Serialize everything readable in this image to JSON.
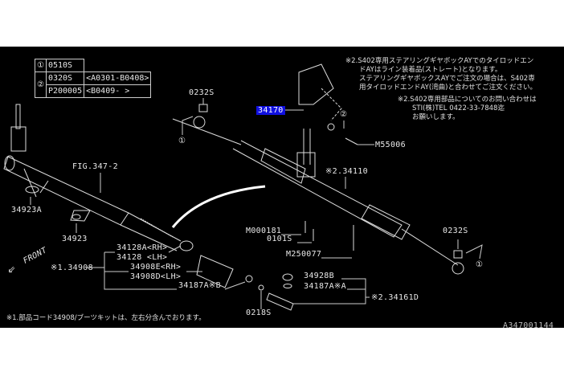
{
  "diagram_id": "A347001144",
  "highlight_color": "#1010e0",
  "table": {
    "rows": [
      {
        "ref": "①",
        "part": "0510S",
        "range": ""
      },
      {
        "ref": "②",
        "part": "0320S",
        "range": "<A0301-B0408>"
      },
      {
        "ref": "",
        "part": "P200005",
        "range": "<B0409- >"
      }
    ]
  },
  "labels": {
    "nut_left": "0232S",
    "pin_left_ref": "①",
    "selected_part": "34170",
    "washer_ref": "②",
    "bolt_m55006": "M55006",
    "gearbox": "※2.34110",
    "fig_ref": "FIG.347-2",
    "bracket_a": "34923A",
    "bracket": "34923",
    "front": "FRONT",
    "boot_kit": "※1.34908",
    "clip_rh": "34128A<RH>",
    "clip_lh": "34128 <LH>",
    "boot_rh": "34908E<RH>",
    "boot_lh": "34908D<LH>",
    "band_b": "34187A※B",
    "nut_0218": "0218S",
    "bolt_m000181": "M000181",
    "bolt_0101": "0101S",
    "bolt_m250077": "M250077",
    "nut_right": "0232S",
    "pin_right_ref": "①",
    "cap": "34928B",
    "band_a": "34187A※A",
    "tie_rod_end": "※2.34161D"
  },
  "notes": {
    "note1": [
      "※2.S402専用ステアリングギヤボックAYでのタイロッドエン",
      "ドAYはライン装着品(ストレート)となります。",
      "ステアリングギヤボックスAYでご注文の場合は、S402専",
      "用タイロッドエンドAY(湾曲)と合わせてご注文ください。"
    ],
    "note2": [
      "※2.S402専用部品についてのお問い合わせは",
      "STI(株)TEL 0422-33-7848迄",
      "お願いします。"
    ],
    "bottom": "※1.部品コード34908/ブーツキットは、左右分含んでおります。"
  }
}
